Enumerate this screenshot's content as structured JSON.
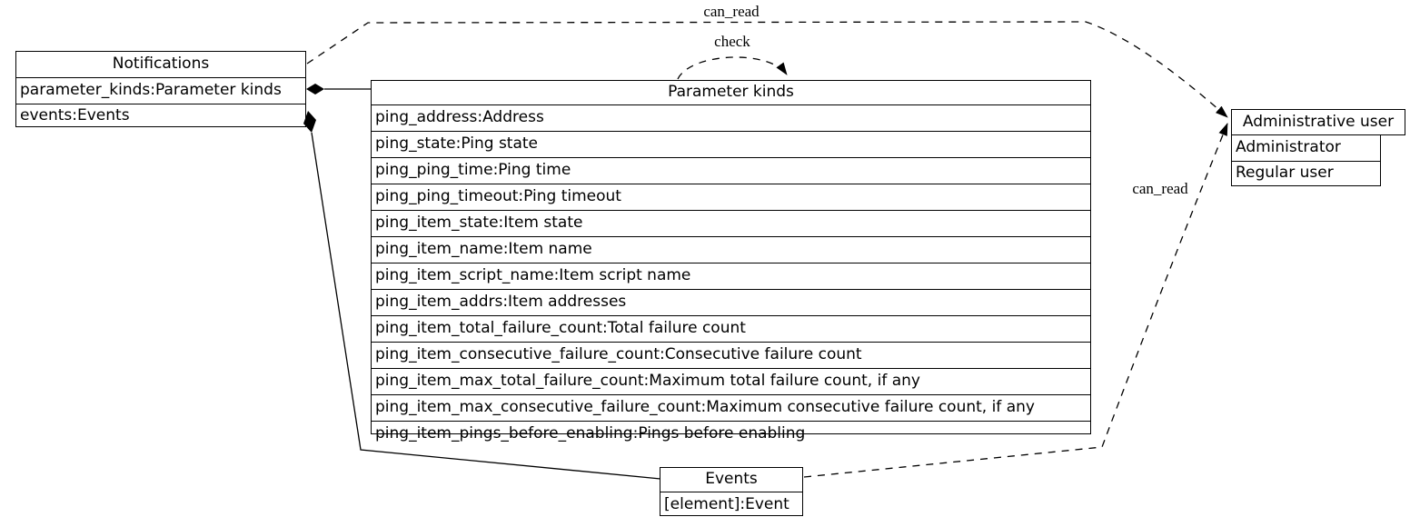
{
  "diagram": {
    "background": "#ffffff",
    "line_color": "#000000",
    "text_color": "#000000",
    "nodes": {
      "notifications": {
        "title": "Notifications",
        "fields": [
          "parameter_kinds:Parameter kinds",
          "events:Events"
        ]
      },
      "parameter_kinds": {
        "title": "Parameter kinds",
        "fields": [
          "ping_address:Address",
          "ping_state:Ping state",
          "ping_ping_time:Ping time",
          "ping_ping_timeout:Ping timeout",
          "ping_item_state:Item state",
          "ping_item_name:Item name",
          "ping_item_script_name:Item script name",
          "ping_item_addrs:Item addresses",
          "ping_item_total_failure_count:Total failure count",
          "ping_item_consecutive_failure_count:Consecutive failure count",
          "ping_item_max_total_failure_count:Maximum total failure count, if any",
          "ping_item_max_consecutive_failure_count:Maximum consecutive failure count, if any",
          "ping_item_pings_before_enabling:Pings before enabling"
        ]
      },
      "administrative_user": {
        "title": "Administrative user",
        "fields": [
          "Administrator",
          "Regular user"
        ]
      },
      "events": {
        "title": "Events",
        "fields": [
          "[element]:Event"
        ]
      }
    },
    "edges": {
      "can_read_top": {
        "label": "can_read",
        "style": "dashed-arrow",
        "from": "Notifications",
        "to": "Administrative user"
      },
      "check": {
        "label": "check",
        "style": "dashed-arrow",
        "from": "Parameter kinds",
        "to": "Parameter kinds"
      },
      "can_read_bottom": {
        "label": "can_read",
        "style": "dashed-arrow",
        "from": "Events",
        "to": "Administrative user"
      },
      "parameter_kinds_link": {
        "style": "solid-diamond",
        "from": "Notifications",
        "to": "Parameter kinds"
      },
      "events_link": {
        "style": "solid-diamond",
        "from": "Notifications",
        "to": "Events"
      }
    }
  }
}
